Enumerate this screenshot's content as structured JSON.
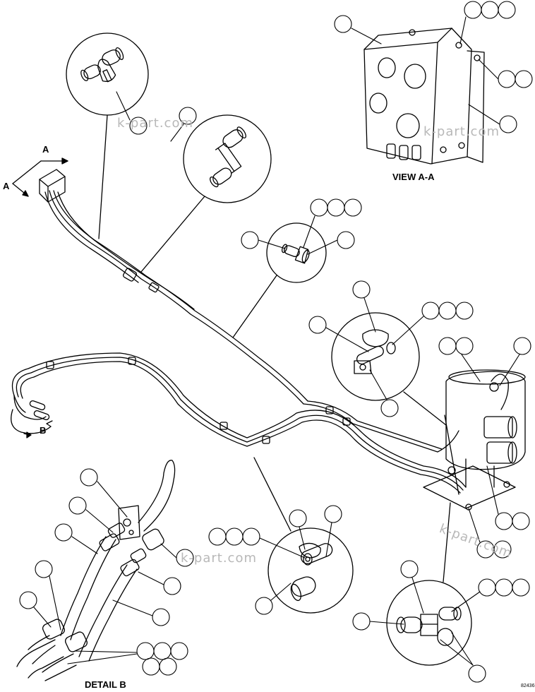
{
  "labels": {
    "view_aa": "VIEW A-A",
    "detail_b": "DETAIL B",
    "arrow_a_top": "A",
    "arrow_a_left": "A",
    "arrow_b": "B",
    "figure_number": "82436"
  },
  "watermark": "k-part.com",
  "colors": {
    "line": "#000000",
    "background": "#ffffff",
    "watermark": "#b8b8b8"
  }
}
